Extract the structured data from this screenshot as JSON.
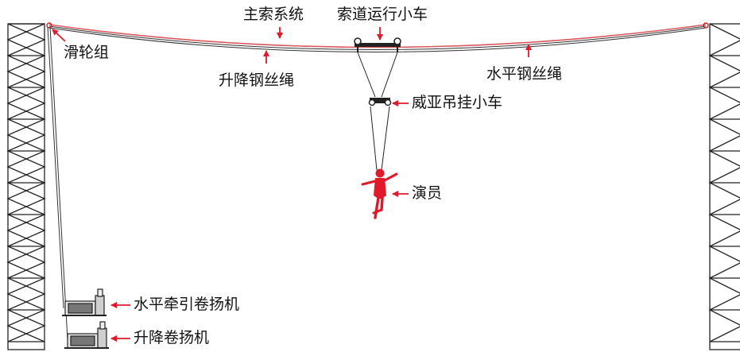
{
  "labels": {
    "main_cable_system": "主索系统",
    "cableway_trolley": "索道运行小车",
    "pulley_group": "滑轮组",
    "lifting_wire_rope": "升降钢丝绳",
    "horizontal_wire_rope": "水平钢丝绳",
    "wire_suspension_trolley": "威亚吊挂小车",
    "performer": "演员",
    "horizontal_traction_winch": "水平牵引卷扬机",
    "lifting_winch": "升降卷扬机"
  },
  "colors": {
    "arrow": "#e0192b",
    "performer": "#e0192b",
    "main_cable": "#d9585f",
    "structure": "#222222"
  }
}
